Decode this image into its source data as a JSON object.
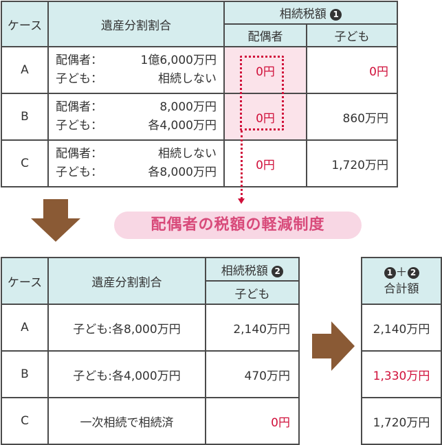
{
  "table1": {
    "header_case": "ケース",
    "header_split": "遺産分割割合",
    "header_tax": "相続税額",
    "header_tax_mark": "1",
    "header_spouse": "配偶者",
    "header_child": "子ども",
    "rows": [
      {
        "case": "A",
        "line1_who": "配偶者：",
        "line1_val": "1億6,000万円",
        "line2_who": "子ども：",
        "line2_val": "相続しない",
        "spouse_tax": "0円",
        "child_tax": "0円"
      },
      {
        "case": "B",
        "line1_who": "配偶者：",
        "line1_val": "8,000万円",
        "line2_who": "子ども：",
        "line2_val": "各4,000万円",
        "spouse_tax": "0円",
        "child_tax": "860万円"
      },
      {
        "case": "C",
        "line1_who": "配偶者：",
        "line1_val": "相続しない",
        "line2_who": "子ども：",
        "line2_val": "各8,000万円",
        "spouse_tax": "0円",
        "child_tax": "1,720万円"
      }
    ]
  },
  "reduction_label": "配偶者の税額の軽減制度",
  "table2": {
    "header_case": "ケース",
    "header_split": "遺産分割割合",
    "header_tax": "相続税額",
    "header_tax_mark": "2",
    "header_child": "子ども",
    "rows": [
      {
        "case": "A",
        "split": "子ども:各8,000万円",
        "child_tax": "2,140万円"
      },
      {
        "case": "B",
        "split": "子ども:各4,000万円",
        "child_tax": "470万円"
      },
      {
        "case": "C",
        "split": "一次相続で相続済",
        "child_tax": "0円"
      }
    ]
  },
  "table3": {
    "mark1": "1",
    "plus": "＋",
    "mark2": "2",
    "header_label": "合計額",
    "rows": [
      {
        "total": "2,140万円"
      },
      {
        "total": "1,330万円"
      },
      {
        "total": "1,720万円"
      }
    ]
  },
  "colors": {
    "header_bg": "#d6edee",
    "accent_red": "#d0103a",
    "highlight_pink": "#fbe3ea",
    "label_pink": "#f8d7e4",
    "arrow_brown": "#8a5a35"
  }
}
